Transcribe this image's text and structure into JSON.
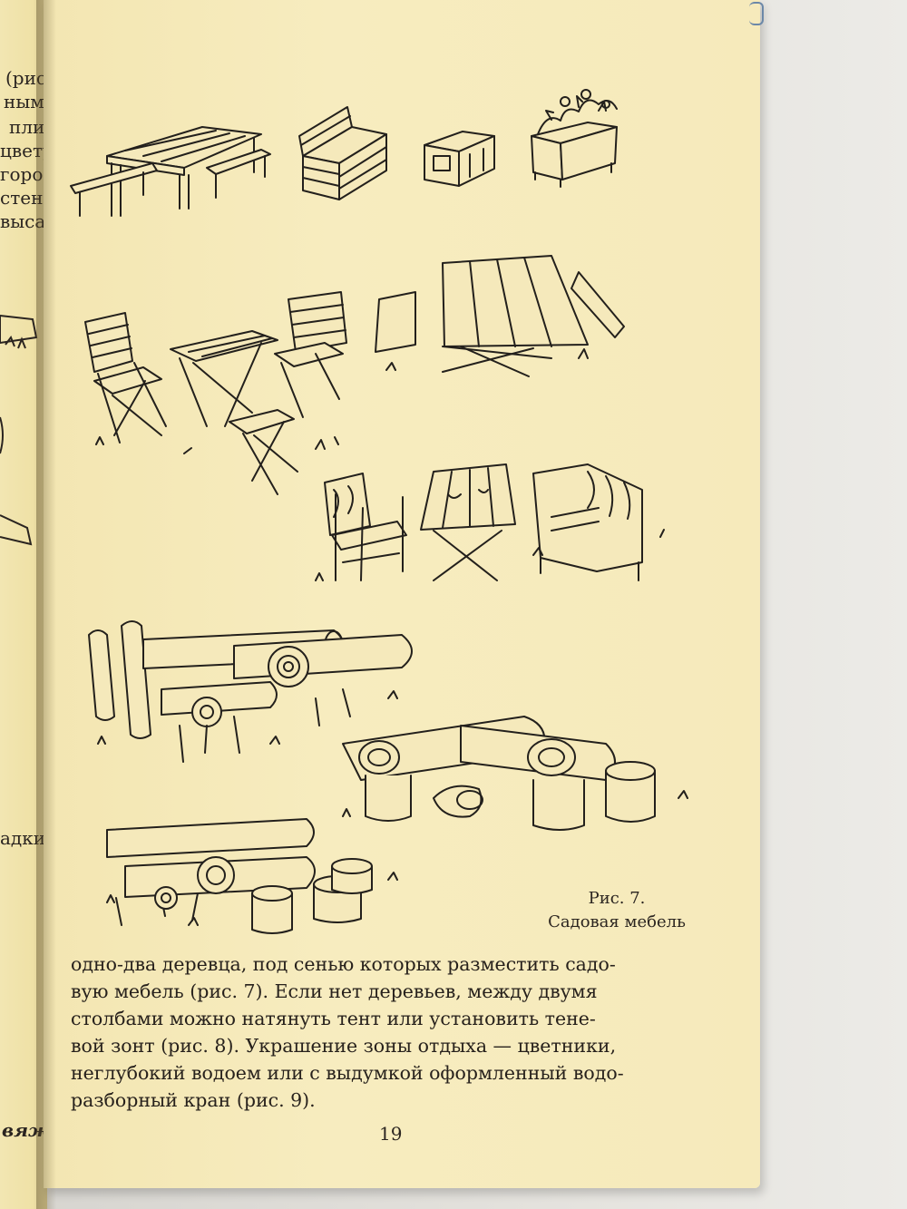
{
  "left_page": {
    "fragments": [
      "(рис.",
      "ными",
      "плит",
      "цветущ",
      "городн",
      "стенны",
      "высадо",
      "адки",
      "вяж"
    ]
  },
  "figure": {
    "caption_number": "Рис. 7.",
    "caption_title": "Садовая мебель",
    "illustrations": [
      "table-with-benches",
      "garden-sofa",
      "stool-with-drawer",
      "flower-box",
      "folding-chairs-and-table",
      "picnic-table",
      "rustic-armchairs-and-table",
      "log-benches",
      "log-table-with-stumps",
      "log-bench-with-stumps"
    ]
  },
  "body_lines": [
    "одно-два деревца, под сенью которых разместить садо-",
    "вую мебель (рис. 7). Если нет деревьев, между двумя",
    "столбами можно натянуть тент или установить тене-",
    "вой зонт (рис. 8). Украшение зоны отдыха — цветники,",
    "неглубокий водоем или с выдумкой оформленный водо-",
    "разборный кран (рис. 9)."
  ],
  "page_number": "19",
  "colors": {
    "paper": "#f6eabb",
    "ink": "#2a2420",
    "desk": "#e2e0db"
  }
}
